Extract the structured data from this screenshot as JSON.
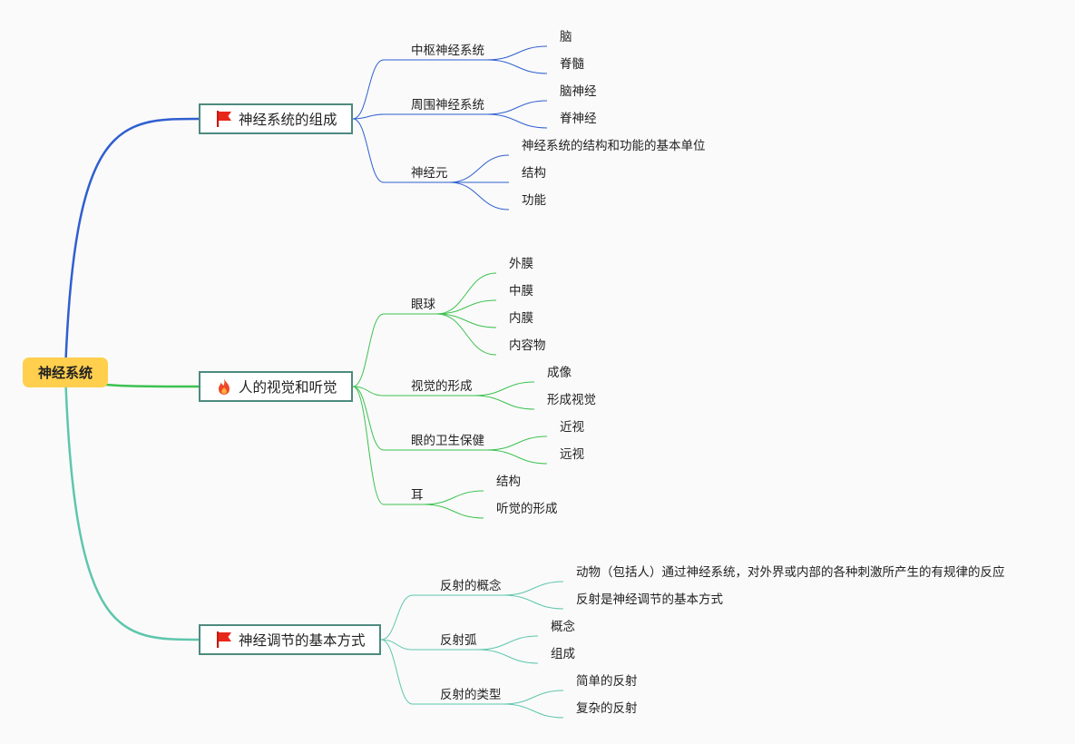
{
  "root": {
    "label": "神经系统",
    "color": "#ffcf4d"
  },
  "branches": [
    {
      "label": "神经系统的组成",
      "icon": "red-flag-icon",
      "color": "#2f5fd0",
      "children": [
        {
          "label": "中枢神经系统",
          "children": [
            "脑",
            "脊髓"
          ]
        },
        {
          "label": "周围神经系统",
          "children": [
            "脑神经",
            "脊神经"
          ]
        },
        {
          "label": "神经元",
          "children": [
            "神经系统的结构和功能的基本单位",
            "结构",
            "功能"
          ]
        }
      ]
    },
    {
      "label": "人的视觉和听觉",
      "icon": "fire-icon",
      "color": "#3cc24f",
      "children": [
        {
          "label": "眼球",
          "children": [
            "外膜",
            "中膜",
            "内膜",
            "内容物"
          ]
        },
        {
          "label": "视觉的形成",
          "children": [
            "成像",
            "形成视觉"
          ]
        },
        {
          "label": "眼的卫生保健",
          "children": [
            "近视",
            "远视"
          ]
        },
        {
          "label": "耳",
          "children": [
            "结构",
            "听觉的形成"
          ]
        }
      ]
    },
    {
      "label": "神经调节的基本方式",
      "icon": "red-flag-icon",
      "color": "#5ec6ad",
      "children": [
        {
          "label": "反射的概念",
          "children": [
            "动物（包括人）通过神经系统，对外界或内部的各种刺激所产生的有规律的反应",
            "反射是神经调节的基本方式"
          ]
        },
        {
          "label": "反射弧",
          "children": [
            "概念",
            "组成"
          ]
        },
        {
          "label": "反射的类型",
          "children": [
            "简单的反射",
            "复杂的反射"
          ]
        }
      ]
    }
  ]
}
